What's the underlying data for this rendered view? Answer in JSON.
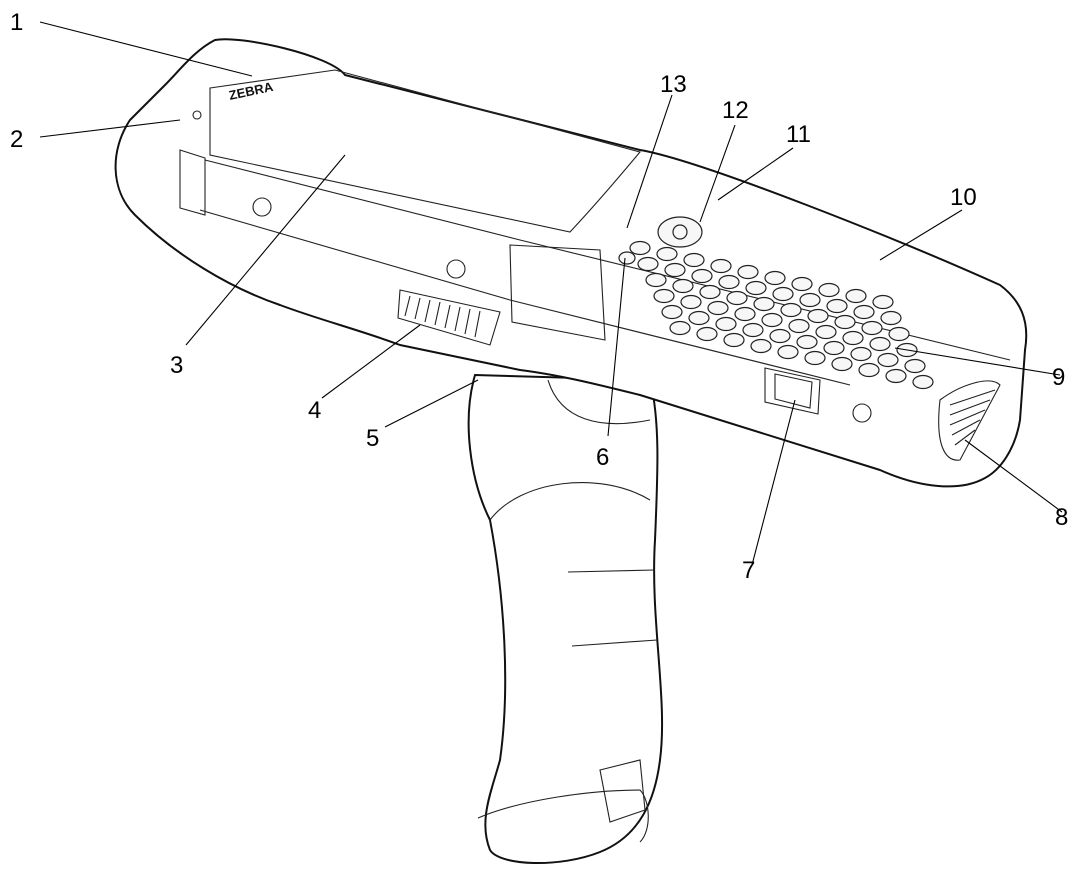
{
  "brand_text": "ZEBRA",
  "callouts": [
    {
      "id": "1",
      "label": "1"
    },
    {
      "id": "2",
      "label": "2"
    },
    {
      "id": "3",
      "label": "3"
    },
    {
      "id": "4",
      "label": "4"
    },
    {
      "id": "5",
      "label": "5"
    },
    {
      "id": "6",
      "label": "6"
    },
    {
      "id": "7",
      "label": "7"
    },
    {
      "id": "8",
      "label": "8"
    },
    {
      "id": "9",
      "label": "9"
    },
    {
      "id": "10",
      "label": "10"
    },
    {
      "id": "11",
      "label": "11"
    },
    {
      "id": "12",
      "label": "12"
    },
    {
      "id": "13",
      "label": "13"
    }
  ]
}
